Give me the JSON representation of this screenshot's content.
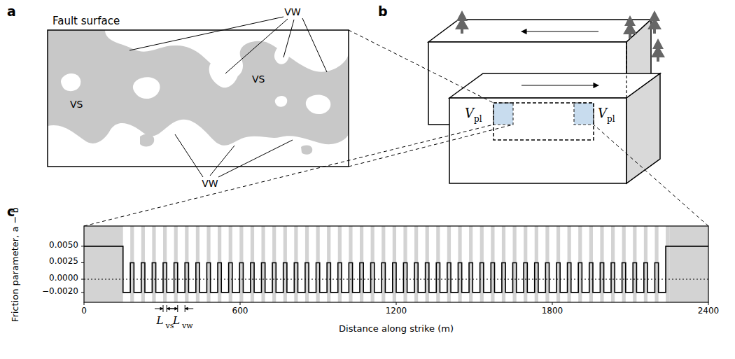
{
  "diagram": {
    "labels": [
      "a",
      "Fault surface",
      "VW",
      "VS",
      "VS",
      "VW",
      "b",
      "V",
      "pl",
      "V",
      "pl",
      "c",
      "Friction parameter, a − b",
      "0.0050",
      "0.0025",
      "0.0000",
      "−0.0020",
      "0",
      "600",
      "1200",
      "1800",
      "2400",
      "Distance along strike (m)",
      "L",
      "vs",
      "L",
      "vw"
    ]
  }
}
